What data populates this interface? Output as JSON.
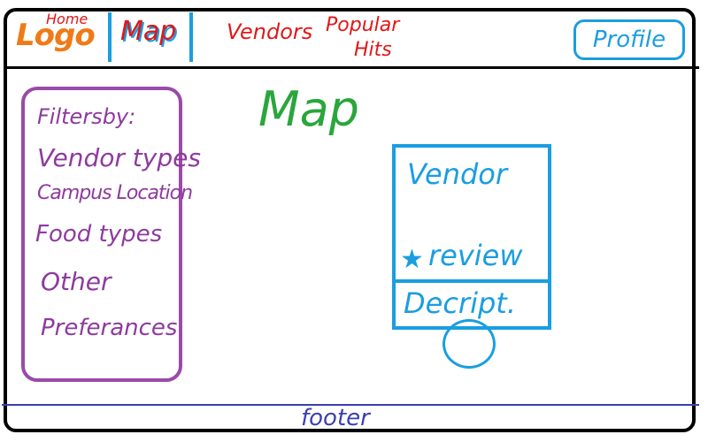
{
  "header": {
    "logo": "Logo",
    "home": "Home",
    "tabs": {
      "map": "Map",
      "vendors": "Vendors",
      "popular_line1": "Popular",
      "popular_line2": "Hits"
    },
    "profile": "Profile"
  },
  "sidebar": {
    "title": "Filtersby:",
    "items": [
      "Vendor types",
      "Campus Location",
      "Food types",
      "Other",
      "Preferances"
    ]
  },
  "main": {
    "title": "Map",
    "card": {
      "vendor": "Vendor",
      "review": "review",
      "description": "Decript.",
      "star_icon": "star-icon",
      "pin_icon": "map-pin-icon"
    }
  },
  "footer": {
    "label": "footer"
  },
  "colors": {
    "logo": "#f07a17",
    "nav": "#e01818",
    "accent_blue": "#1a9ee0",
    "filters": "#8e3a9e",
    "title": "#2aa63c",
    "footer": "#3b3fb0"
  }
}
